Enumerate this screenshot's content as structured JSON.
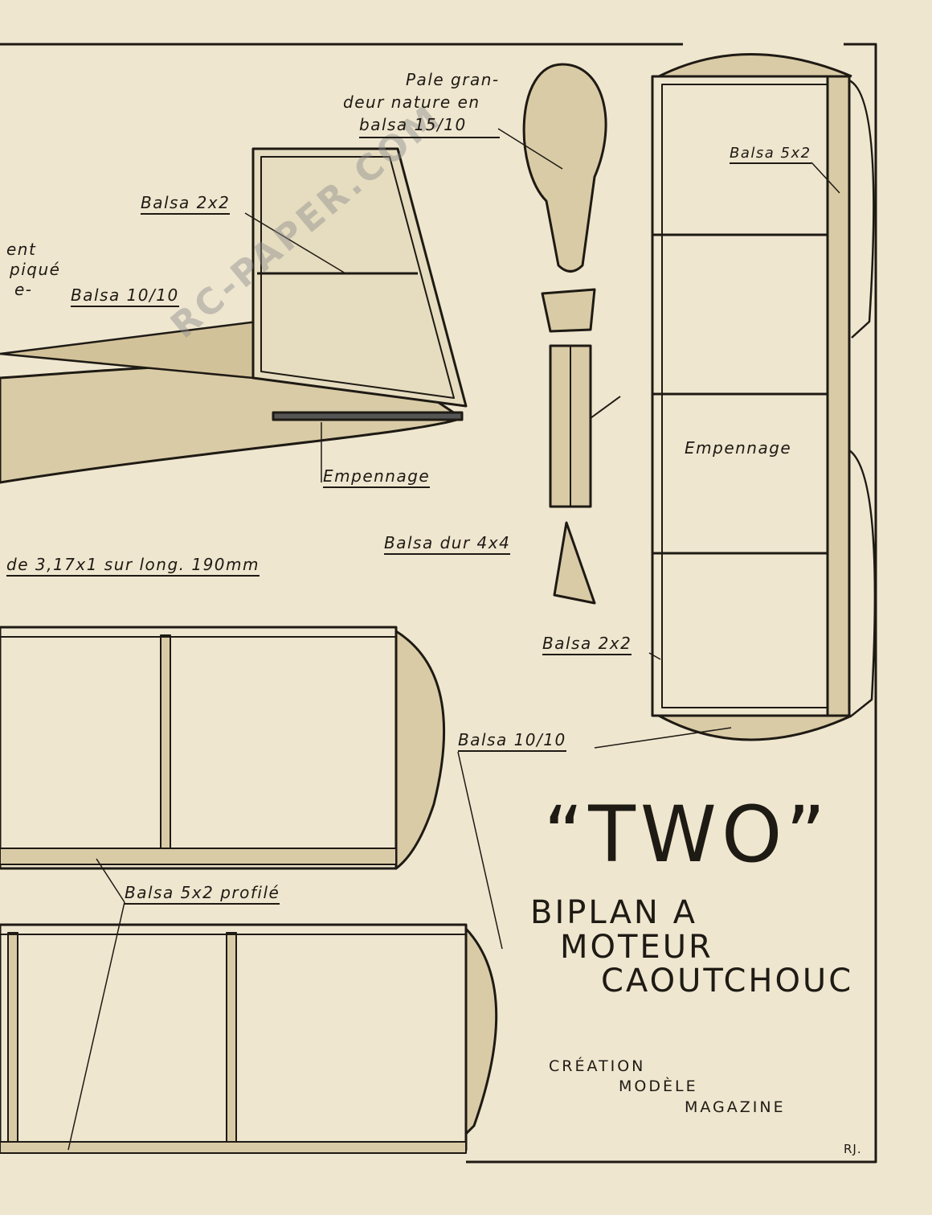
{
  "labels": {
    "pale": [
      "Pale gran-",
      "deur nature en",
      "balsa 15/10"
    ],
    "balsa_2x2_fin": "Balsa 2x2",
    "left_fragments": [
      "ent",
      "piqué",
      "e-"
    ],
    "balsa_10_10_fin": "Balsa 10/10",
    "empennage_side": "Empennage",
    "balsa_dur": "Balsa dur 4x4",
    "note_3_17": "de 3,17x1 sur long. 190mm",
    "balsa_5x2_tail": "Balsa 5x2",
    "empennage_top": "Empennage",
    "balsa_2x2_tail": "Balsa 2x2",
    "balsa_10_10_tail": "Balsa 10/10",
    "balsa_5x2_profile": "Balsa 5x2 profilé"
  },
  "title": {
    "name": "“TWO”",
    "line1": "BIPLAN A",
    "line2": "MOTEUR",
    "line3": "CAOUTCHOUC"
  },
  "credit": {
    "line1": "CRÉATION",
    "line2": "MODÈLE",
    "line3": "MAGAZINE"
  },
  "signature": "RJ.",
  "watermark": "RC-PAPER.COM",
  "colors": {
    "paper": "#efe6cf",
    "ink": "#1e1a14",
    "wood": "#d9cba6"
  }
}
